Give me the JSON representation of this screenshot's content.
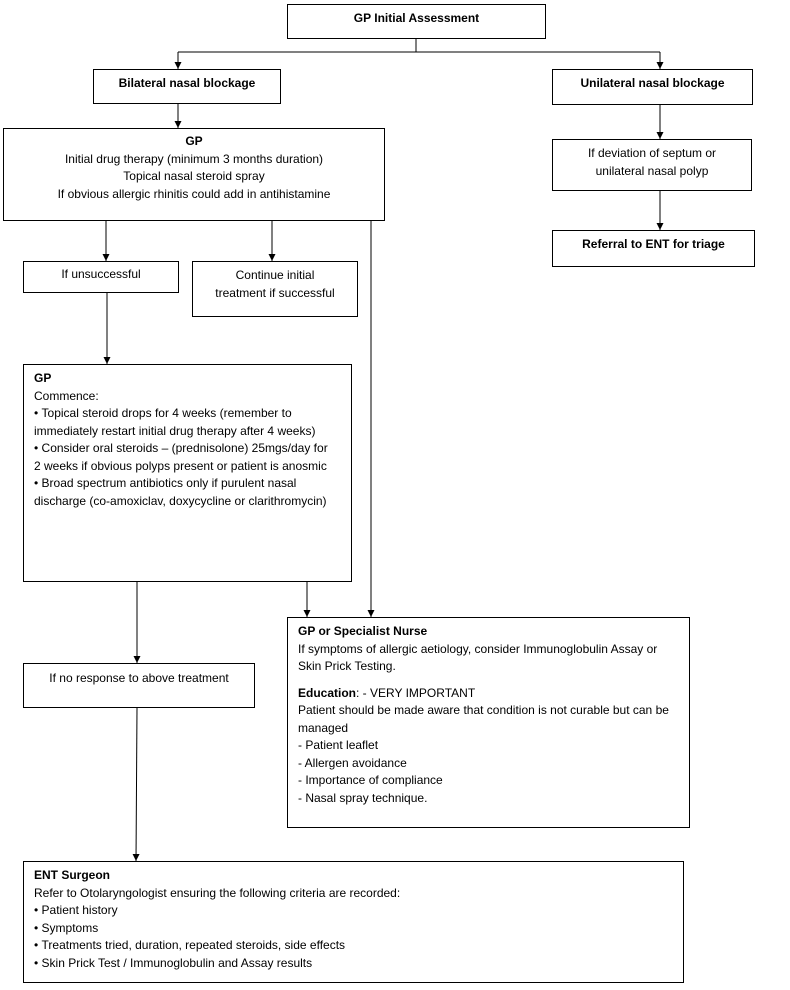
{
  "gp_initial": {
    "title": "GP Initial Assessment"
  },
  "bilateral": {
    "title": "Bilateral nasal blockage"
  },
  "unilateral": {
    "title": "Unilateral nasal blockage"
  },
  "gp_initial_drug": {
    "title": "GP",
    "lines": [
      "Initial drug therapy (minimum 3 months duration)",
      "Topical nasal steroid spray",
      "If obvious allergic rhinitis could add in antihistamine"
    ]
  },
  "deviation": {
    "lines": [
      "If deviation of septum or",
      "unilateral nasal polyp"
    ]
  },
  "referral_triage": {
    "title": "Referral to ENT for triage"
  },
  "if_unsuccessful": {
    "text": "If unsuccessful"
  },
  "continue_initial": {
    "lines": [
      "Continue initial",
      "treatment if successful"
    ]
  },
  "gp_commence": {
    "title": "GP",
    "intro": "Commence:",
    "bullets": [
      "Topical steroid drops for 4 weeks (remember to immediately restart initial drug therapy after 4 weeks)",
      "Consider oral steroids – (prednisolone) 25mgs/day for 2 weeks if obvious polyps present or patient is anosmic",
      "Broad spectrum antibiotics only if purulent nasal discharge (co-amoxiclav, doxycycline or clarithromycin)"
    ]
  },
  "no_response": {
    "text": "If no response to above treatment"
  },
  "gp_nurse": {
    "title": "GP or Specialist Nurse",
    "allergy_text": "If symptoms of allergic aetiology, consider Immunoglobulin Assay or Skin Prick Testing.",
    "education_label": "Education",
    "education_suffix": ": - VERY IMPORTANT",
    "education_text": "Patient should be made aware that condition is not curable but can be managed",
    "items": [
      "- Patient leaflet",
      "- Allergen avoidance",
      "- Importance of compliance",
      "- Nasal spray technique."
    ]
  },
  "ent_surgeon": {
    "title": "ENT Surgeon",
    "intro": "Refer to Otolaryngologist ensuring the following criteria are recorded:",
    "bullets": [
      "Patient history",
      "Symptoms",
      "Treatments tried, duration, repeated steroids, side effects",
      "Skin Prick Test / Immunoglobulin and Assay results"
    ]
  }
}
